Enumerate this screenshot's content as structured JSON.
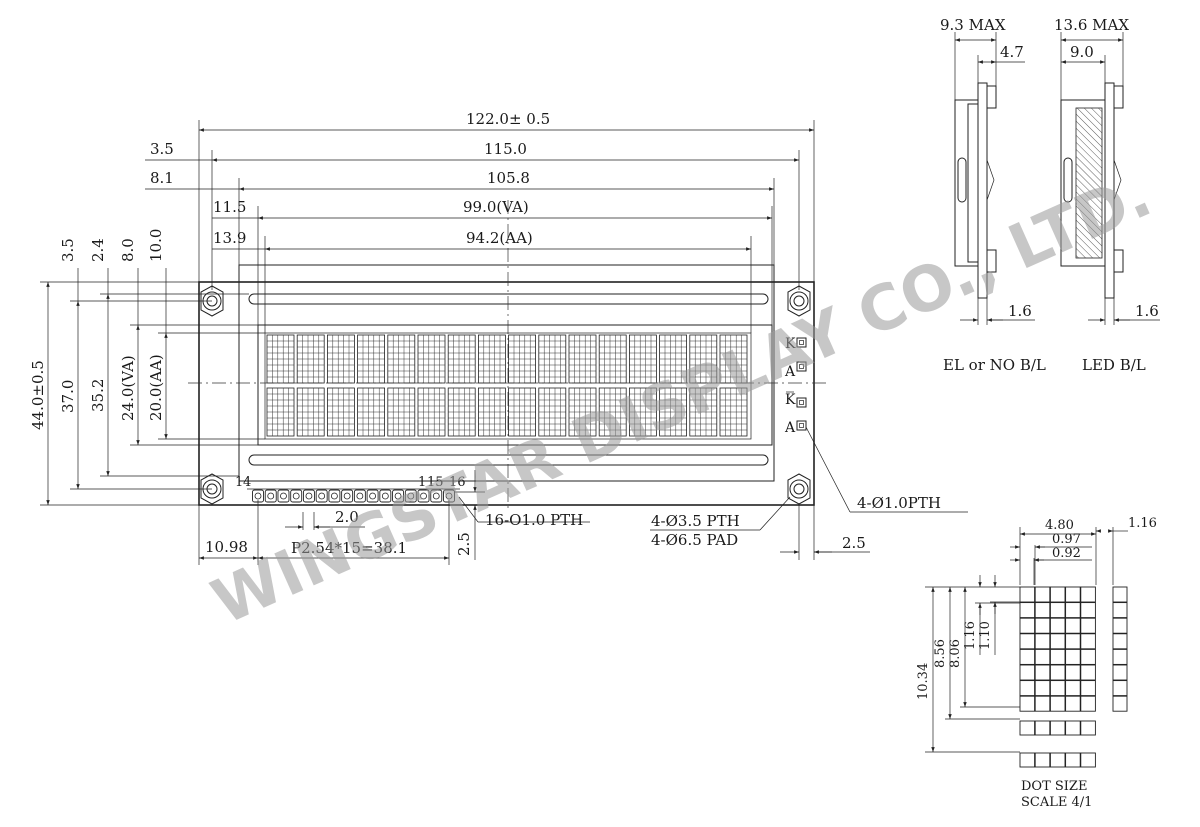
{
  "watermark": "WINGSTAR DISPLAY CO., LTD.",
  "front_view": {
    "dims": {
      "overall_width": "122.0± 0.5",
      "pcb_hole_span": "115.0",
      "bezel_width": "105.8",
      "va_width": "99.0(VA)",
      "aa_width": "94.2(AA)",
      "left_3_5": "3.5",
      "left_8_1": "8.1",
      "left_11_5": "11.5",
      "left_13_9": "13.9",
      "top_3_5": "3.5",
      "top_2_4": "2.4",
      "top_8_0": "8.0",
      "top_10_0": "10.0",
      "overall_height": "44.0±0.5",
      "hole_height": "37.0",
      "bezel_height": "35.2",
      "va_height": "24.0(VA)",
      "aa_height": "20.0(AA)",
      "pin_offset": "10.98",
      "pin_pitch_text": "P2.54*15=38.1",
      "pin_2_0": "2.0",
      "pin_2_5": "2.5",
      "right_2_5": "2.5"
    },
    "pin_labels": {
      "p1": "1",
      "p4": "4",
      "p15": "15",
      "p16": "16"
    },
    "backlight_labels": [
      "K",
      "A",
      "K",
      "A"
    ],
    "callouts": {
      "pin_holes": "16-O1.0 PTH",
      "mount_pth": "4-Ø3.5 PTH",
      "mount_pad": "4-Ø6.5 PAD",
      "bl_pth": "4-Ø1.0PTH"
    },
    "chars_per_row": 16,
    "rows": 2
  },
  "side_views": {
    "el": {
      "max": "9.3 MAX",
      "inner": "4.7",
      "pcb": "1.6",
      "label": "EL or NO B/L"
    },
    "led": {
      "max": "13.6 MAX",
      "inner": "9.0",
      "pcb": "1.6",
      "label": "LED B/L"
    }
  },
  "dot_detail": {
    "width": "4.80",
    "pitch_x": "0.97",
    "dot_x": "0.92",
    "gap": "1.16",
    "height": "10.34",
    "h_8_56": "8.56",
    "h_8_06": "8.06",
    "pitch_y": "1.16",
    "dot_y": "1.10",
    "caption1": "DOT SIZE",
    "caption2": "SCALE 4/1"
  }
}
